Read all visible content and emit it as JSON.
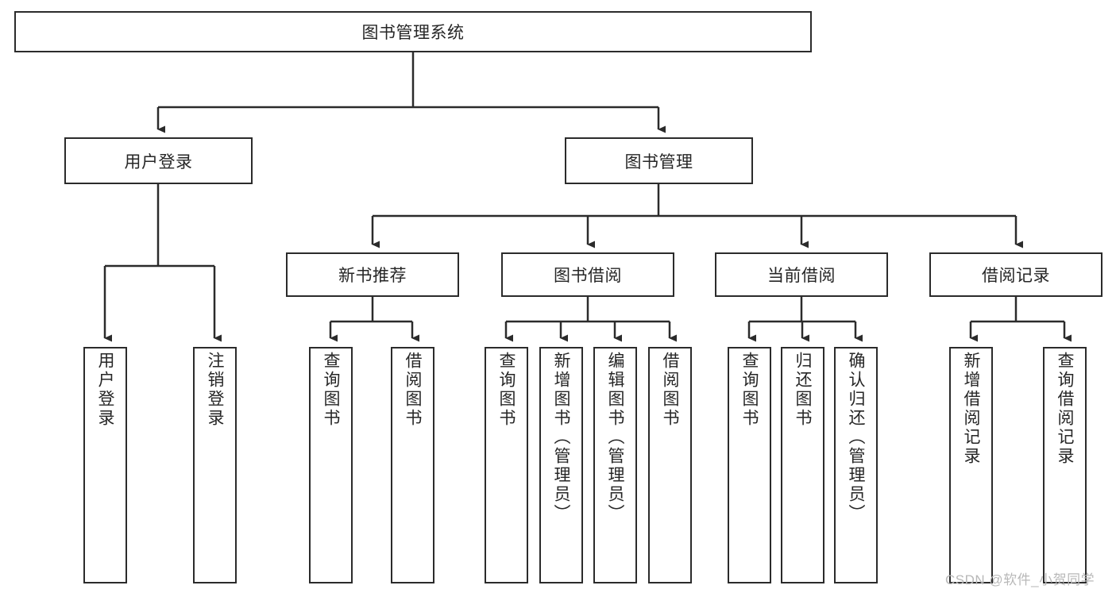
{
  "diagram": {
    "title": "图书管理系统",
    "type": "tree-hierarchy-chart",
    "root": {
      "label": "图书管理系统"
    },
    "level2": [
      {
        "label": "用户登录"
      },
      {
        "label": "图书管理"
      }
    ],
    "level3": [
      {
        "label": "新书推荐"
      },
      {
        "label": "图书借阅"
      },
      {
        "label": "当前借阅"
      },
      {
        "label": "借阅记录"
      }
    ],
    "leaves": {
      "user_login": [
        {
          "label": "用户登录"
        },
        {
          "label": "注销登录"
        }
      ],
      "new_book_recommend": [
        {
          "label": "查询图书"
        },
        {
          "label": "借阅图书"
        }
      ],
      "book_borrow": [
        {
          "label": "查询图书"
        },
        {
          "label": "新增图书（管理员）"
        },
        {
          "label": "编辑图书（管理员）"
        },
        {
          "label": "借阅图书"
        }
      ],
      "current_borrow": [
        {
          "label": "查询图书"
        },
        {
          "label": "归还图书"
        },
        {
          "label": "确认归还（管理员）"
        }
      ],
      "borrow_record": [
        {
          "label": "新增借阅记录"
        },
        {
          "label": "查询借阅记录"
        }
      ]
    }
  },
  "watermark": {
    "text": "CSDN @软件_小贺同学"
  },
  "colors": {
    "line": "#2b2b2b",
    "box_fill": "#ffffff",
    "text": "#262626",
    "watermark": "#b8b8b8"
  }
}
